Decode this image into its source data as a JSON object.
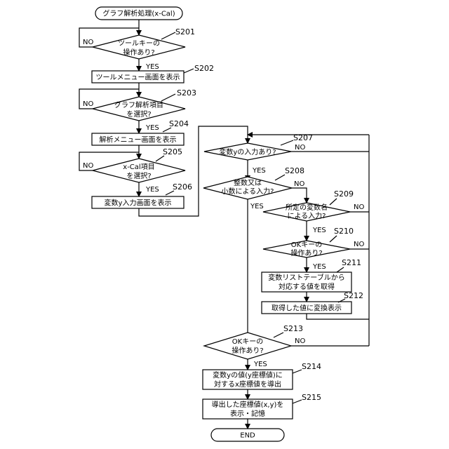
{
  "flowchart": {
    "start": "グラフ解析処理(x-Cal)",
    "end": "END",
    "yes": "YES",
    "no": "NO",
    "steps": {
      "s201": {
        "id": "S201",
        "lines": [
          "ツールキーの",
          "操作あり?"
        ]
      },
      "s202": {
        "id": "S202",
        "lines": [
          "ツールメニュー画面を表示"
        ]
      },
      "s203": {
        "id": "S203",
        "lines": [
          "グラフ解析項目",
          "を選択?"
        ]
      },
      "s204": {
        "id": "S204",
        "lines": [
          "解析メニュー画面を表示"
        ]
      },
      "s205": {
        "id": "S205",
        "lines": [
          "x-Cal項目",
          "を選択?"
        ]
      },
      "s206": {
        "id": "S206",
        "lines": [
          "変数y入力画面を表示"
        ]
      },
      "s207": {
        "id": "S207",
        "lines": [
          "変数yの入力あり?"
        ]
      },
      "s208": {
        "id": "S208",
        "lines": [
          "整数又は",
          "小数による入力?"
        ]
      },
      "s209": {
        "id": "S209",
        "lines": [
          "所定の変数名",
          "による入力?"
        ]
      },
      "s210": {
        "id": "S210",
        "lines": [
          "OKキーの",
          "操作あり?"
        ]
      },
      "s211": {
        "id": "S211",
        "lines": [
          "変数リストテーブルから",
          "対応する値を取得"
        ]
      },
      "s212": {
        "id": "S212",
        "lines": [
          "取得した値に変換表示"
        ]
      },
      "s213": {
        "id": "S213",
        "lines": [
          "OKキーの",
          "操作あり?"
        ]
      },
      "s214": {
        "id": "S214",
        "lines": [
          "変数yの値(y座標値)に",
          "対するx座標値を導出"
        ]
      },
      "s215": {
        "id": "S215",
        "lines": [
          "導出した座標値(x,y)を",
          "表示・記憶"
        ]
      }
    }
  }
}
